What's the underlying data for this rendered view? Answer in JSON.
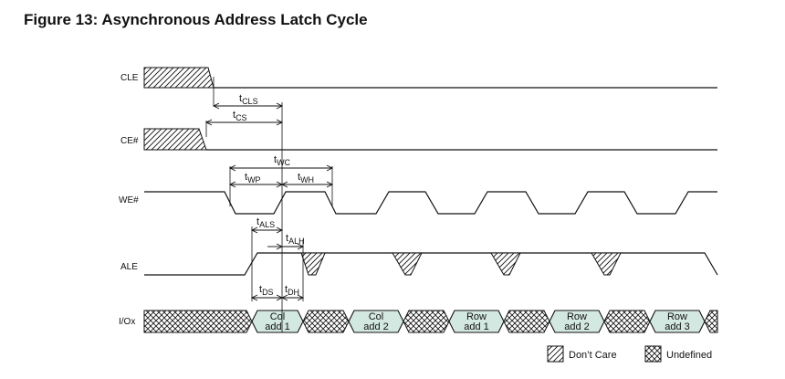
{
  "figure": {
    "title": "Figure 13: Asynchronous Address Latch Cycle"
  },
  "signals": {
    "cle": "CLE",
    "ce": "CE#",
    "we": "WE#",
    "ale": "ALE",
    "io": "I/Ox"
  },
  "timings": {
    "tcls": {
      "t": "t",
      "sub": "CLS"
    },
    "tcs": {
      "t": "t",
      "sub": "CS"
    },
    "twc": {
      "t": "t",
      "sub": "WC"
    },
    "twp": {
      "t": "t",
      "sub": "WP"
    },
    "twh": {
      "t": "t",
      "sub": "WH"
    },
    "tals": {
      "t": "t",
      "sub": "ALS"
    },
    "talh": {
      "t": "t",
      "sub": "ALH"
    },
    "tds": {
      "t": "t",
      "sub": "DS"
    },
    "tdh": {
      "t": "t",
      "sub": "DH"
    }
  },
  "bus": [
    {
      "line1": "Col",
      "line2": "add 1"
    },
    {
      "line1": "Col",
      "line2": "add 2"
    },
    {
      "line1": "Row",
      "line2": "add 1"
    },
    {
      "line1": "Row",
      "line2": "add 2"
    },
    {
      "line1": "Row",
      "line2": "add 3"
    }
  ],
  "legend": {
    "dont_care": "Don’t Care",
    "undefined": "Undefined"
  }
}
